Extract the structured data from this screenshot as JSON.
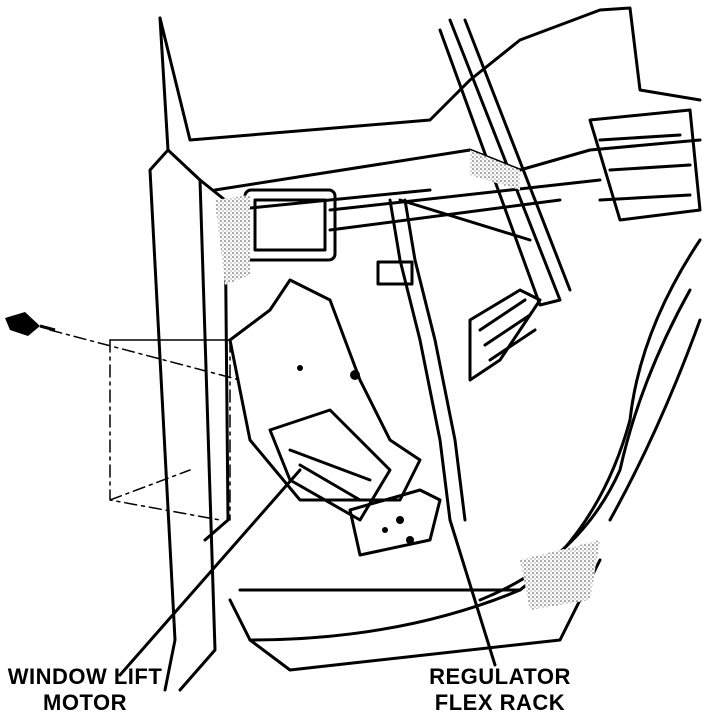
{
  "labels": {
    "window_lift_motor": {
      "line1": "WINDOW LIFT",
      "line2": "MOTOR"
    },
    "regulator_flex_rack": {
      "line1": "REGULATOR",
      "line2": "FLEX RACK"
    }
  },
  "colors": {
    "ink": "#000000",
    "paper": "#ffffff",
    "stipple": "#9a9a9a"
  }
}
